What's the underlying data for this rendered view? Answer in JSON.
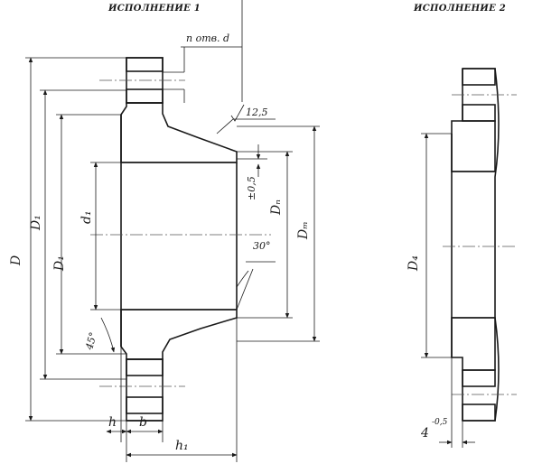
{
  "titles": {
    "version1": "ИСПОЛНЕНИЕ 1",
    "version2": "ИСПОЛНЕНИЕ 2"
  },
  "labels": {
    "holes": "n отв. d",
    "roughness": "12,5",
    "tolerance": "±0,5",
    "angle30": "30°",
    "angle45": "45°",
    "D": "D",
    "D1": "D₁",
    "D2": "D₁",
    "d1": "d₁",
    "Dn": "Dₙ",
    "Dm": "Dₘ",
    "D4": "D₄",
    "h": "h",
    "b": "b",
    "h1": "h₁",
    "thickness": "4",
    "thicknessTol": "-0,5"
  }
}
